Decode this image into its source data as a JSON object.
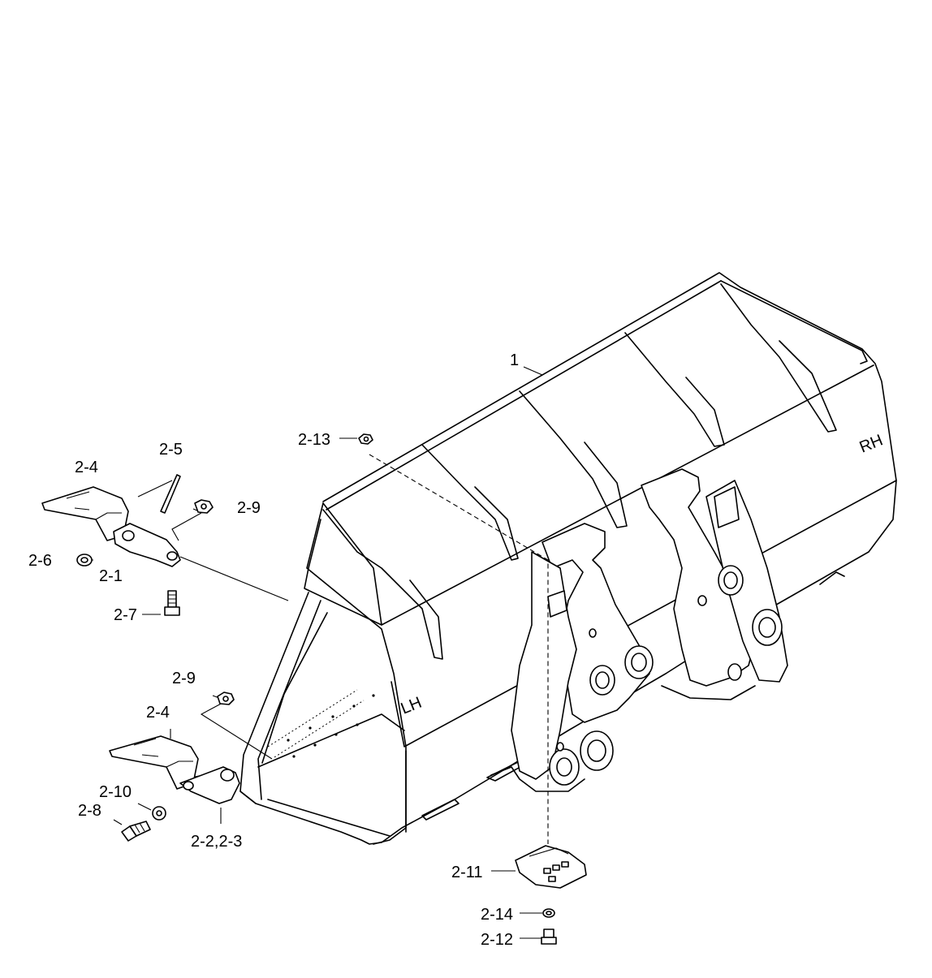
{
  "callouts": {
    "c1": "1",
    "c2_1": "2-1",
    "c2_2_3": "2-2,2-3",
    "c2_4_top": "2-4",
    "c2_4_bottom": "2-4",
    "c2_5": "2-5",
    "c2_6": "2-6",
    "c2_7": "2-7",
    "c2_8": "2-8",
    "c2_9_top": "2-9",
    "c2_9_bottom": "2-9",
    "c2_10": "2-10",
    "c2_11": "2-11",
    "c2_12": "2-12",
    "c2_13": "2-13",
    "c2_14": "2-14"
  },
  "side_marks": {
    "left": "LH",
    "right": "RH"
  }
}
